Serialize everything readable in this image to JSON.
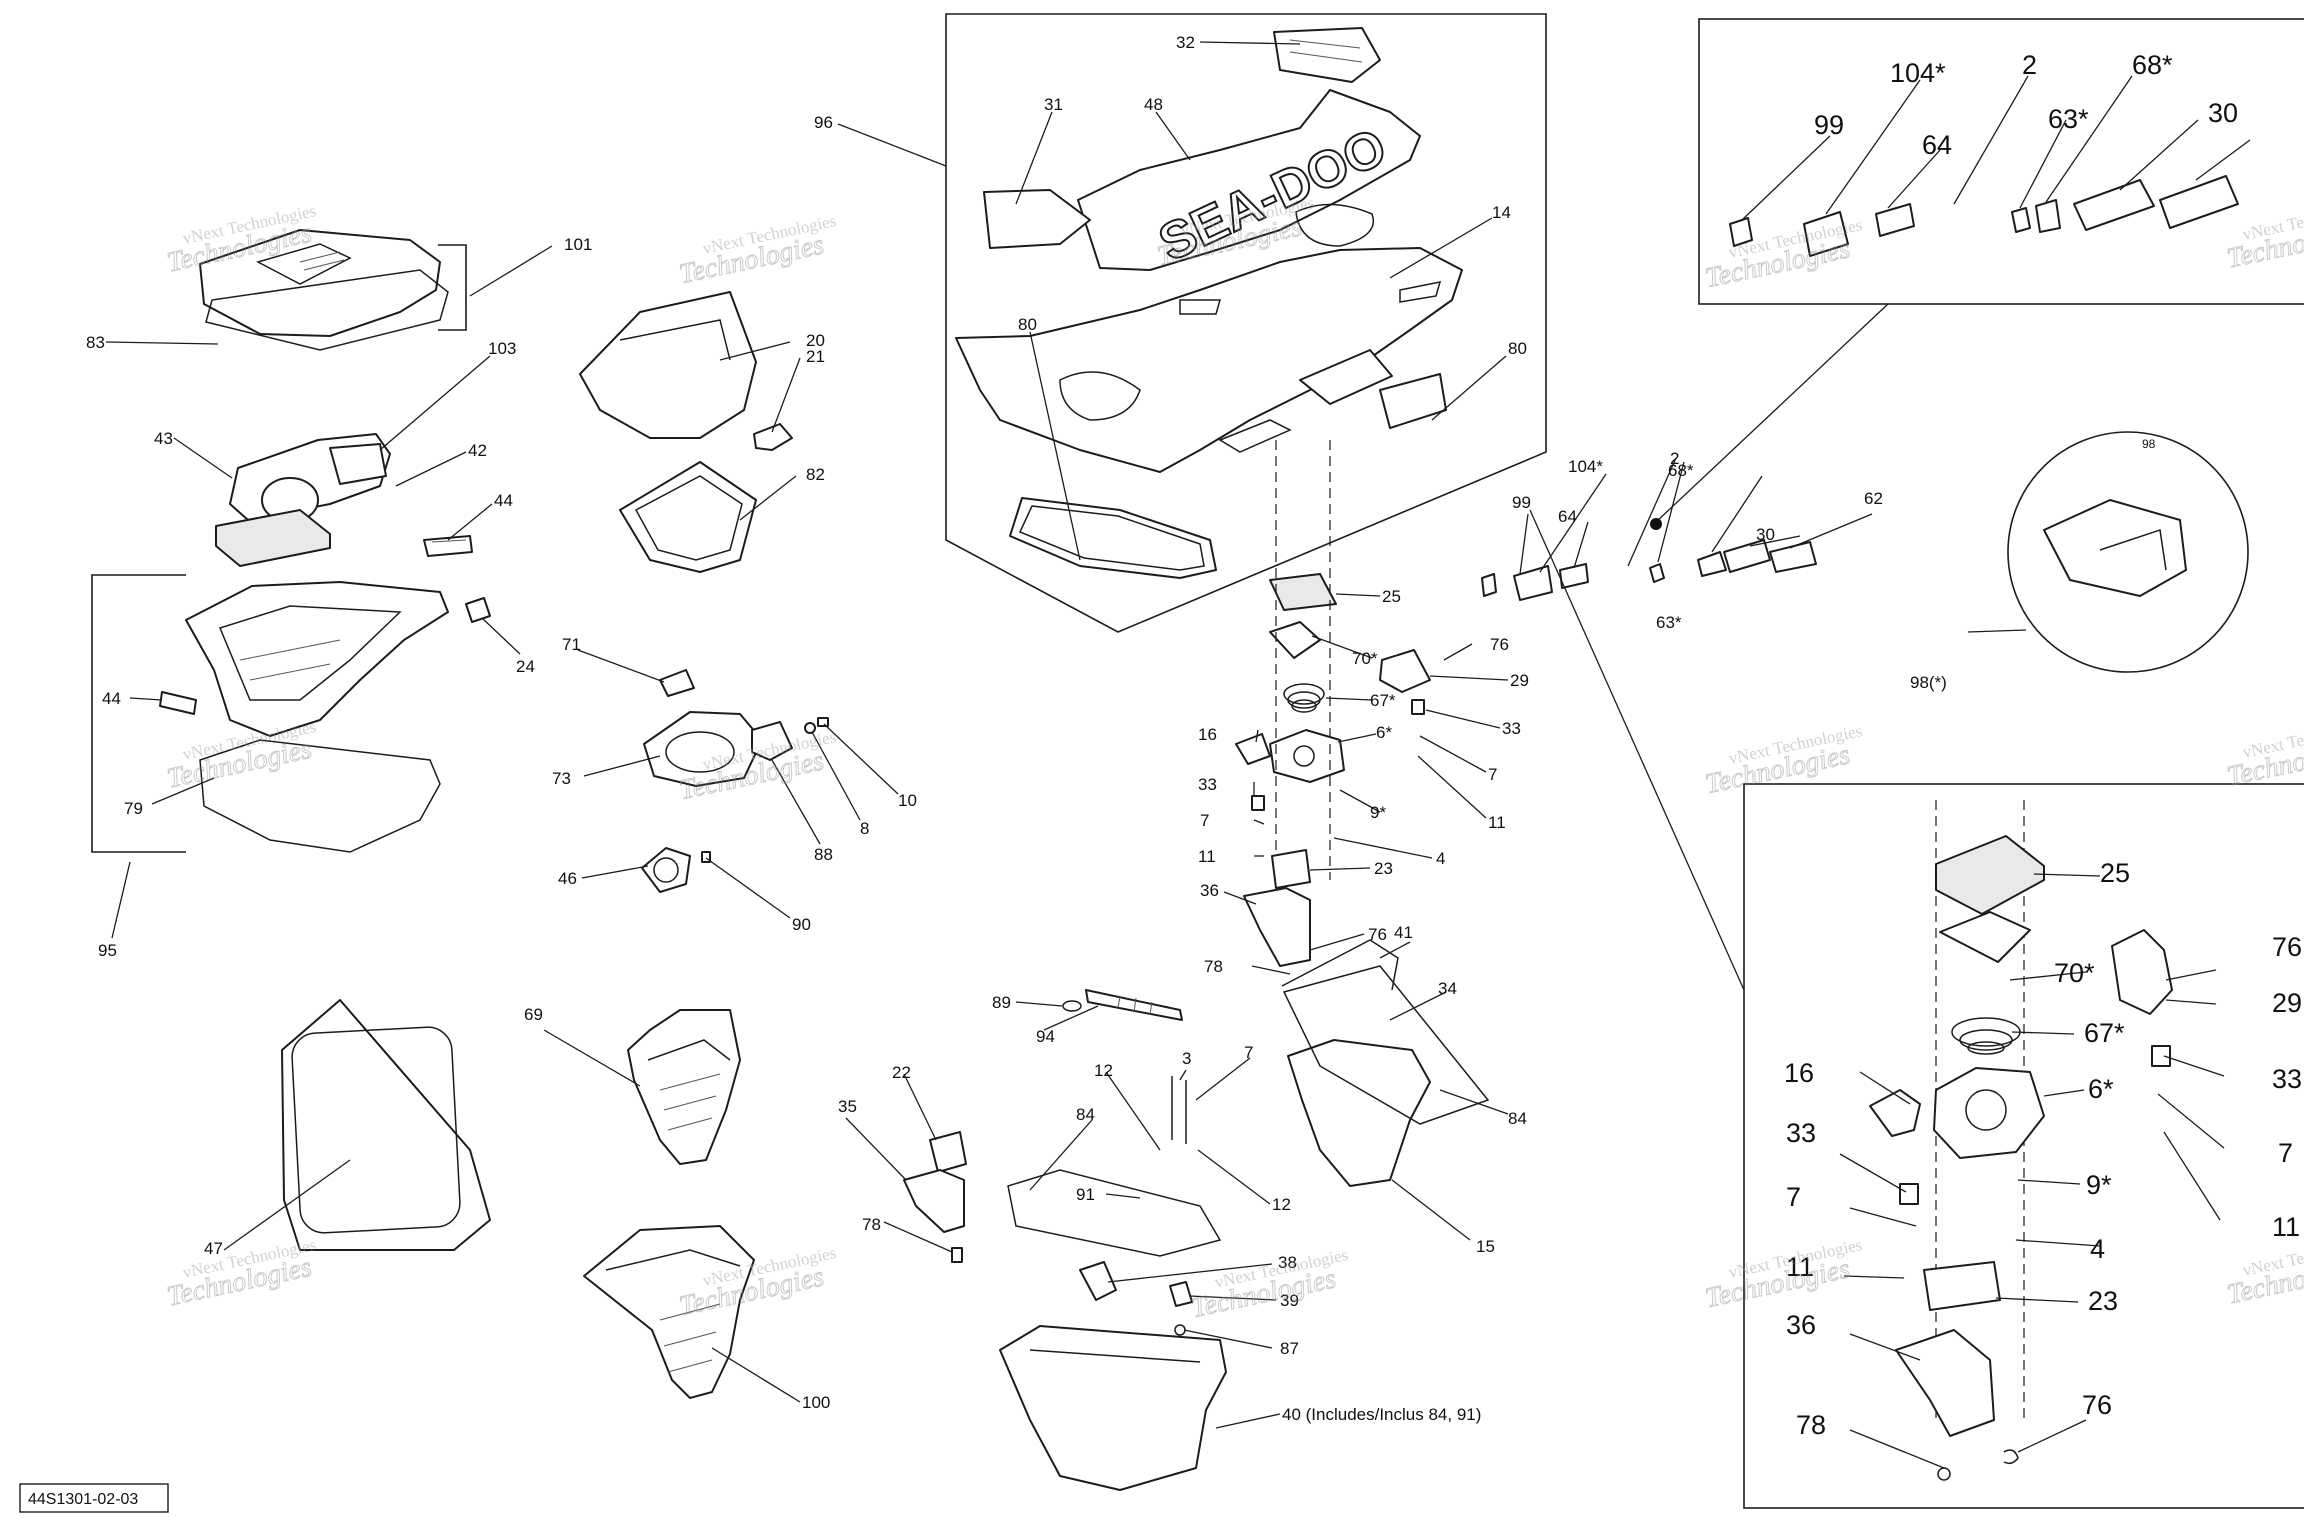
{
  "diagram_id": "44S1301-02-03",
  "watermark": {
    "line1": "vNext Technologies",
    "line2": "vNext",
    "line3": "Technologies"
  },
  "seat_logo": "SEA-DOO",
  "callouts": {
    "c32": "32",
    "c31": "31",
    "c48": "48",
    "c96": "96",
    "c14": "14",
    "c80a": "80",
    "c80b": "80",
    "c25a": "25",
    "c101": "101",
    "c83": "83",
    "c103": "103",
    "c43": "43",
    "c42": "42",
    "c44a": "44",
    "c44b": "44",
    "c24": "24",
    "c79": "79",
    "c95": "95",
    "c20": "20",
    "c21": "21",
    "c82": "82",
    "c71": "71",
    "c73": "73",
    "c88": "88",
    "c8": "8",
    "c10": "10",
    "c46": "46",
    "c90": "90",
    "c69": "69",
    "c47": "47",
    "c100": "100",
    "c70": "70*",
    "c76a": "76",
    "c29": "29",
    "c67": "67*",
    "c6": "6*",
    "c33a": "33",
    "c16": "16",
    "c7a": "7",
    "c11a": "11",
    "c33b": "33",
    "c7b": "7",
    "c11b": "11",
    "c9": "9*",
    "c4": "4",
    "c23": "23",
    "c36": "36",
    "c76b": "76",
    "c41": "41",
    "c78a": "78",
    "c34": "34",
    "c84a": "84",
    "c15": "15",
    "c89": "89",
    "c94": "94",
    "c22": "22",
    "c35": "35",
    "c78b": "78",
    "c12a": "12",
    "c3": "3",
    "c7c": "7",
    "c84b": "84",
    "c12b": "12",
    "c91": "91",
    "c38": "38",
    "c39": "39",
    "c87": "87",
    "c40": "40 (Includes/Inclus 84, 91)",
    "c99a": "99",
    "c104a": "104*",
    "c2a": "2",
    "c64a": "64",
    "c68a": "68*",
    "c30a": "30",
    "c63a": "63*",
    "c62": "62",
    "c99b": "99",
    "c104b": "104*",
    "c2b": "2",
    "c63b": "63*",
    "c68b": "68*",
    "c30b": "30",
    "c64b": "64",
    "c98": "98",
    "c98s": "98(*)",
    "d25": "25",
    "d76": "76",
    "d70": "70*",
    "d29": "29",
    "d67": "67*",
    "d33a": "33",
    "d16": "16",
    "d6": "6*",
    "d7a": "7",
    "d33b": "33",
    "d9": "9*",
    "d7b": "7",
    "d11a": "11",
    "d4": "4",
    "d11b": "11",
    "d23": "23",
    "d36": "36",
    "d76b": "76",
    "d78": "78"
  }
}
